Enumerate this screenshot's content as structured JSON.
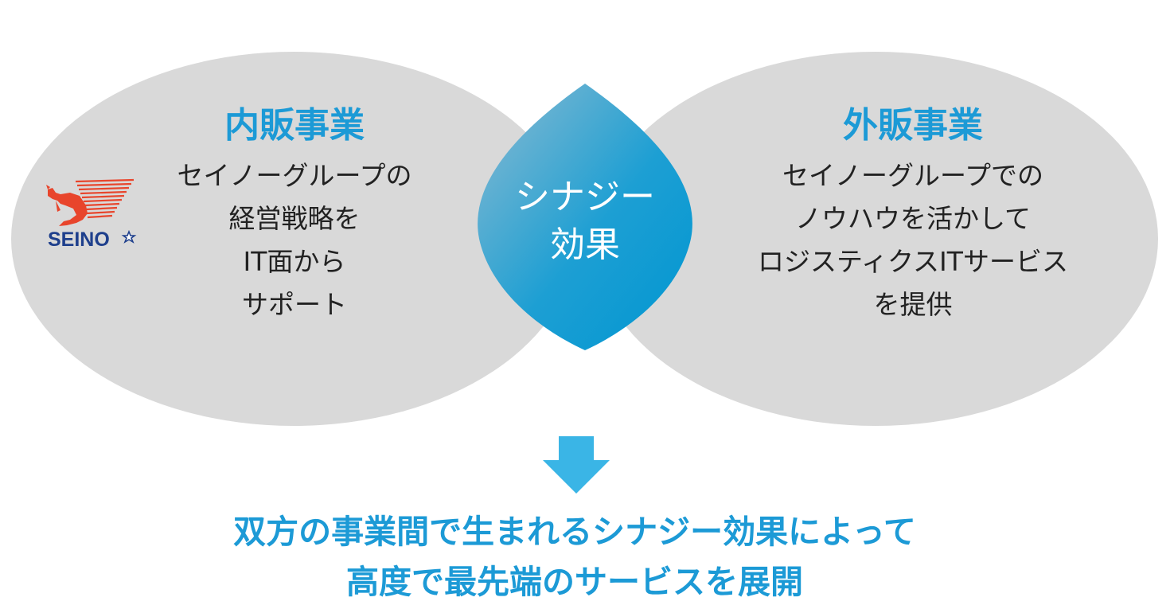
{
  "left_circle": {
    "title": "内販事業",
    "lines": [
      "セイノーグループの",
      "経営戦略を",
      "IT面から",
      "サポート"
    ]
  },
  "right_circle": {
    "title": "外販事業",
    "lines": [
      "セイノーグループでの",
      "ノウハウを活かして",
      "ロジスティクスITサービス",
      "を提供"
    ]
  },
  "center": {
    "lines": [
      "シナジー",
      "効果"
    ]
  },
  "logo": {
    "text": "SEINO"
  },
  "conclusion": {
    "lines": [
      "双方の事業間で生まれるシナジー効果によって",
      "高度で最先端のサービスを展開"
    ]
  },
  "colors": {
    "circle_fill": "#d9d9d9",
    "overlap_fill": "#a9a9a9",
    "accent_blue": "#1c9ad6",
    "arrow": "#3ab5e6",
    "logo_red": "#e8452c",
    "logo_navy": "#1e3f8c"
  }
}
